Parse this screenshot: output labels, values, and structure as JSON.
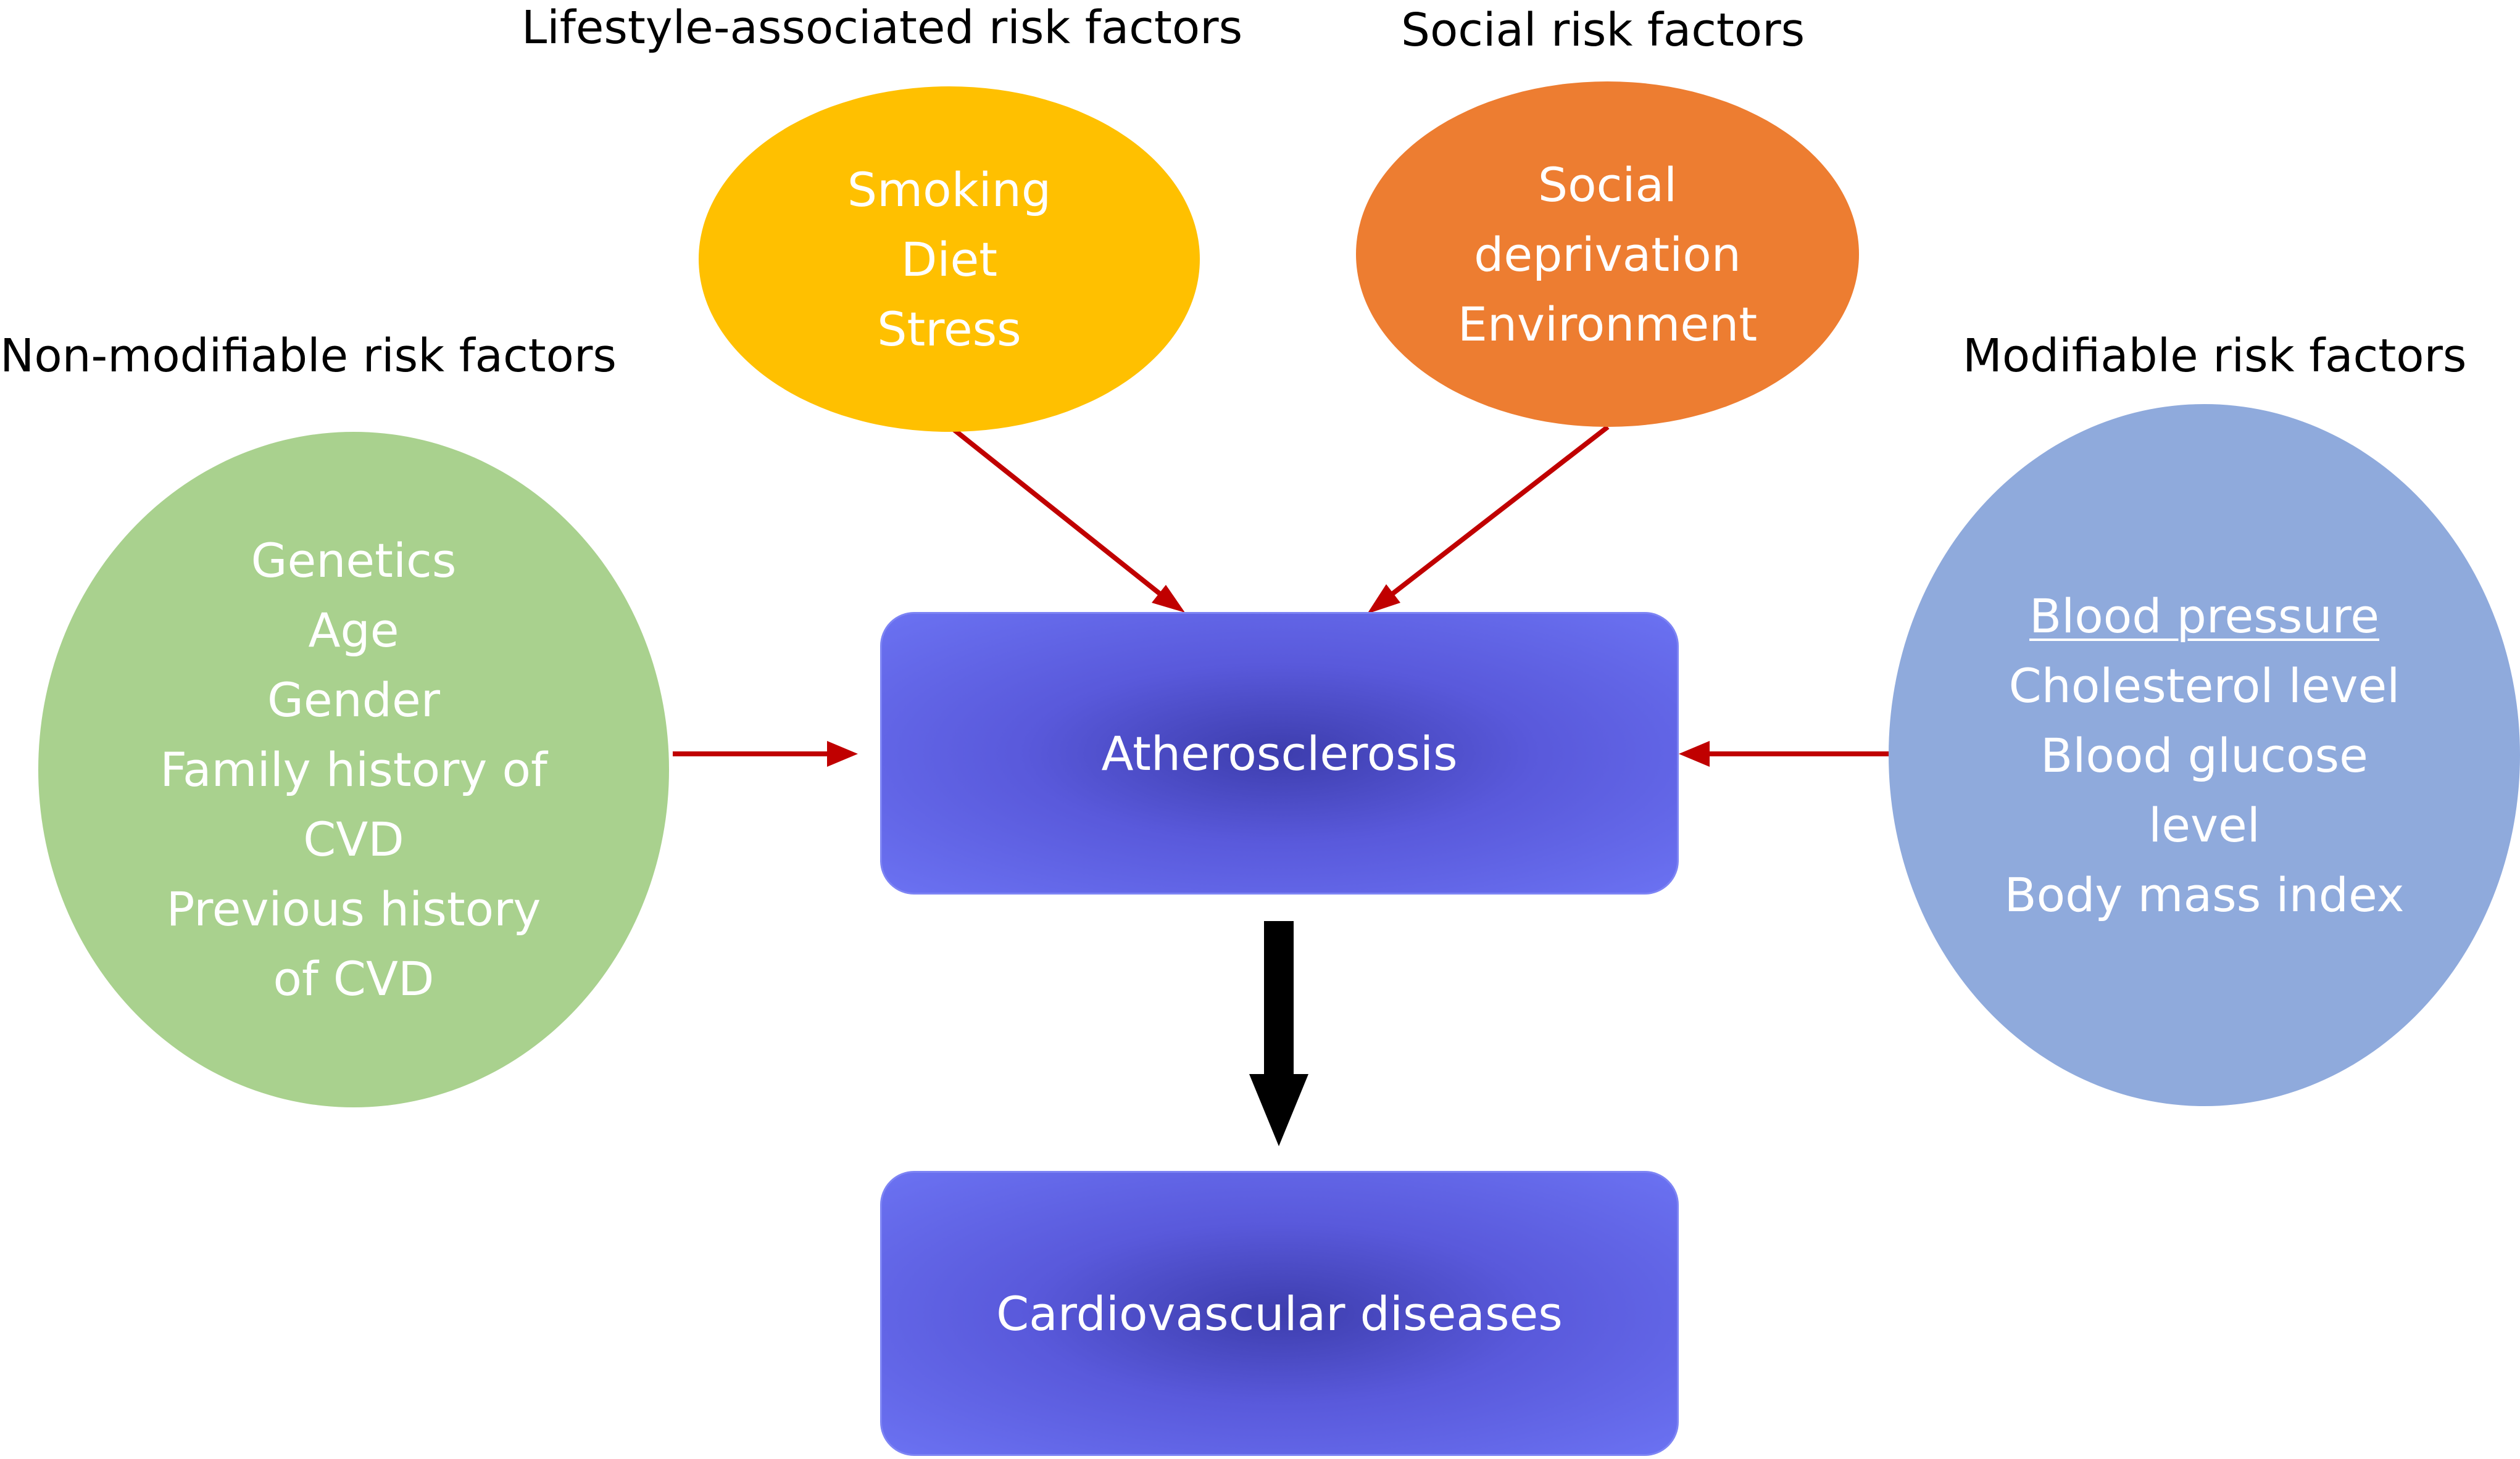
{
  "groups": {
    "lifestyle": {
      "label": "Lifestyle-associated risk factors",
      "items": [
        "Smoking",
        "Diet",
        "Stress"
      ],
      "color": "#ffc000"
    },
    "social": {
      "label": "Social risk factors",
      "items": [
        "Social",
        "deprivation",
        "Environment"
      ],
      "color": "#ed7d31"
    },
    "non_modifiable": {
      "label": "Non-modifiable risk factors",
      "items": [
        "Genetics",
        "Age",
        "Gender",
        "Family history of",
        "CVD",
        "Previous history",
        "of CVD"
      ],
      "color": "#a9d18e"
    },
    "modifiable": {
      "label": "Modifiable risk factors",
      "items": [
        "Blood pressure",
        "Cholesterol level",
        "Blood glucose",
        "level",
        "Body mass index"
      ],
      "color": "#8faadc"
    }
  },
  "center": {
    "atherosclerosis": "Atherosclerosis",
    "outcome": "Cardiovascular diseases"
  },
  "colors": {
    "risk_arrow": "#c00000",
    "main_arrow": "#000000",
    "box_fill": "#5f66e6"
  }
}
